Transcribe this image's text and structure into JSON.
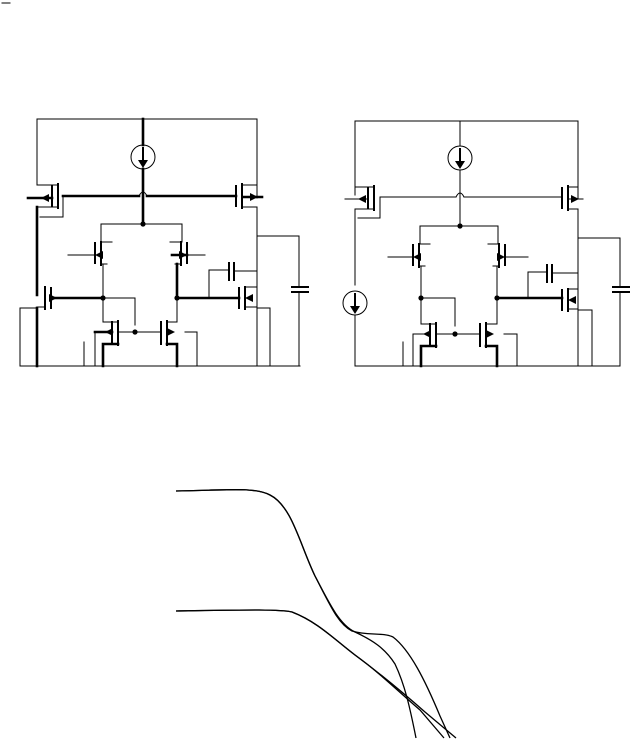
{
  "figure": {
    "left_circuit": {
      "kind": "opamp-schematic"
    },
    "right_circuit": {
      "kind": "opamp-schematic"
    },
    "plot": {
      "kind": "frequency-response-curves",
      "curve_count": 4
    }
  },
  "colors": {
    "ink": "#000000",
    "background": "#ffffff"
  }
}
